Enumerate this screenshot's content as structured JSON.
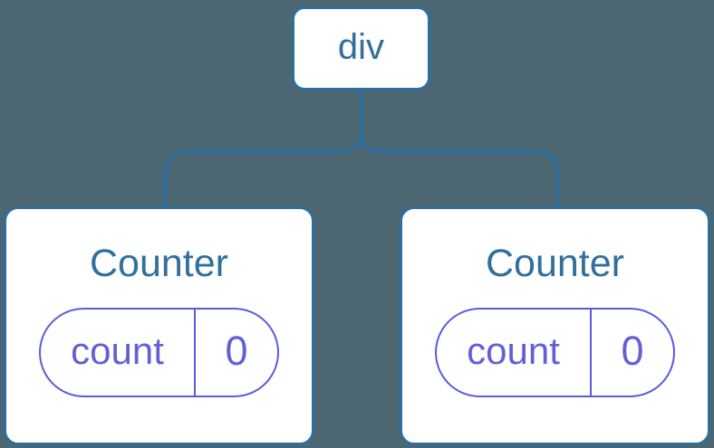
{
  "diagram": {
    "root": {
      "label": "div"
    },
    "children": [
      {
        "title": "Counter",
        "state": {
          "name": "count",
          "value": "0"
        }
      },
      {
        "title": "Counter",
        "state": {
          "name": "count",
          "value": "0"
        }
      }
    ]
  },
  "colors": {
    "background": "#4C6672",
    "connector_blue": "#2E6F9E",
    "node_border_blue": "#2E6F9E",
    "node_text_blue": "#31709C",
    "state_border_purple": "#5A5CDC",
    "state_text_purple": "#6360D6",
    "node_background": "#FFFFFF"
  }
}
